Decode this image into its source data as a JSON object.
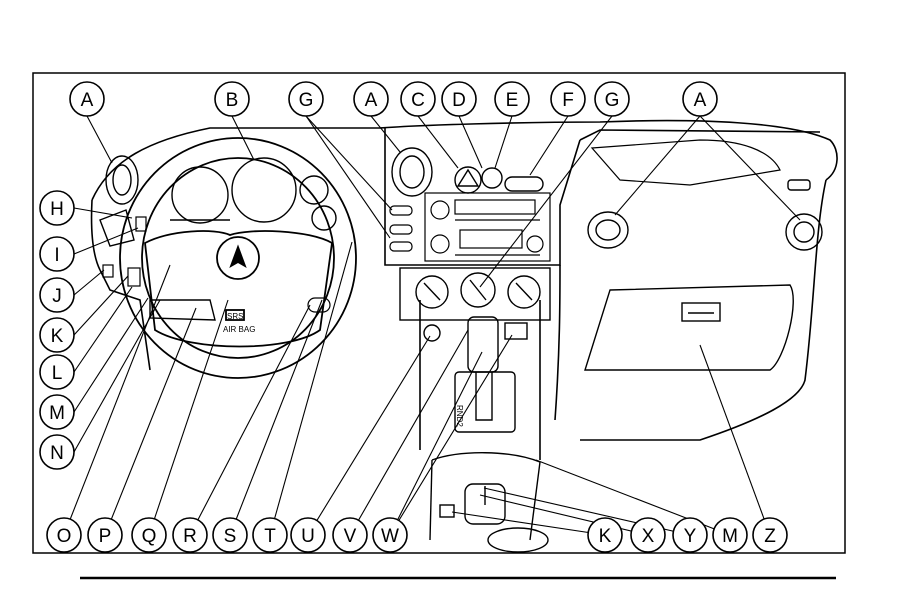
{
  "diagram": {
    "kind": "instrument panel overview",
    "callouts_top": [
      "A",
      "B",
      "G",
      "A",
      "C",
      "D",
      "E",
      "F",
      "G",
      "A"
    ],
    "callouts_left": [
      "H",
      "I",
      "J",
      "K",
      "L",
      "M",
      "N"
    ],
    "callouts_bottom": [
      "O",
      "P",
      "Q",
      "R",
      "S",
      "T",
      "U",
      "V",
      "W",
      "K",
      "X",
      "Y",
      "M",
      "Z"
    ],
    "panel_text": {
      "airbag_srs": "SRS",
      "airbag_label": "AIR BAG",
      "shifter_positions": "RND2",
      "bottom_rule": true
    }
  }
}
